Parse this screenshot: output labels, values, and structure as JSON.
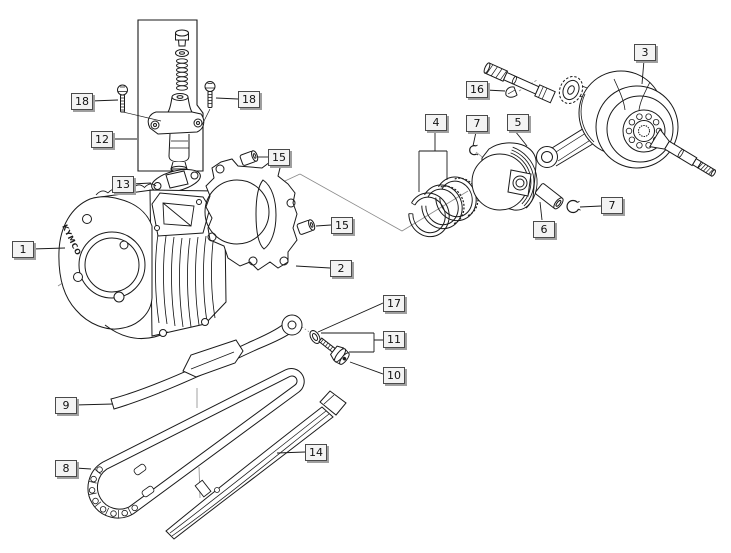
{
  "diagram": {
    "brand_text": "KYMCO",
    "colors": {
      "background": "#ffffff",
      "line": "#1a1a1a",
      "thin_line": "#8a8a8a",
      "label_bg": "#f3f3f3",
      "label_border": "#4a4a4a",
      "label_shadow": "#9f9f9f",
      "label_text": "#111111"
    },
    "callouts": [
      {
        "n": "1"
      },
      {
        "n": "2"
      },
      {
        "n": "3"
      },
      {
        "n": "4"
      },
      {
        "n": "5"
      },
      {
        "n": "6"
      },
      {
        "n": "7"
      },
      {
        "n": "7"
      },
      {
        "n": "8"
      },
      {
        "n": "9"
      },
      {
        "n": "10"
      },
      {
        "n": "11"
      },
      {
        "n": "12"
      },
      {
        "n": "13"
      },
      {
        "n": "14"
      },
      {
        "n": "15"
      },
      {
        "n": "15"
      },
      {
        "n": "16"
      },
      {
        "n": "17"
      },
      {
        "n": "18"
      },
      {
        "n": "18"
      }
    ]
  }
}
